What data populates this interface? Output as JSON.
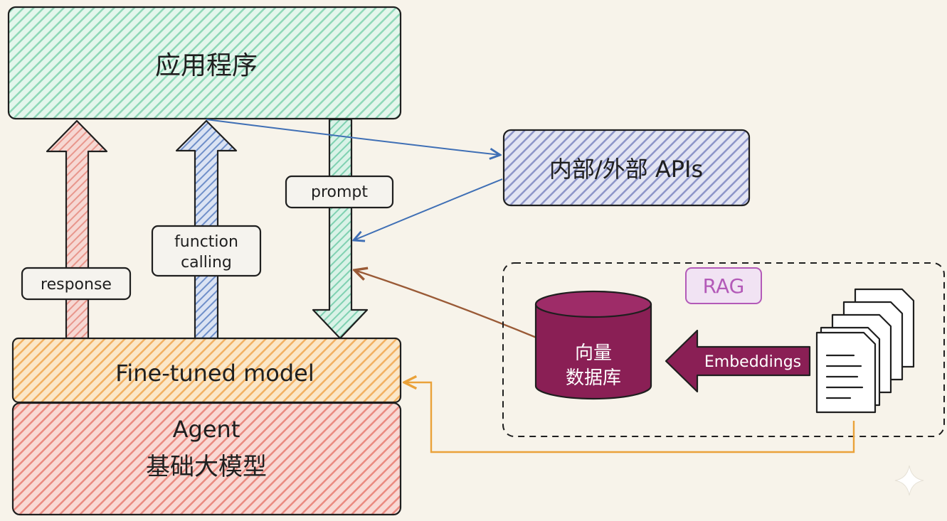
{
  "boxes": {
    "app": "应用程序",
    "apis": "内部/外部 APIs",
    "finetuned": "Fine-tuned model",
    "agent_line1": "Agent",
    "agent_line2": "基础大模型"
  },
  "arrow_labels": {
    "response": "response",
    "function_line1": "function",
    "function_line2": "calling",
    "prompt": "prompt",
    "embeddings": "Embeddings"
  },
  "rag": {
    "tag": "RAG",
    "db_line1": "向量",
    "db_line2": "数据库"
  },
  "colors": {
    "background": "#f7f3ea",
    "app_fill": "#8fd8b8",
    "apis_fill": "#8d95c8",
    "finetuned_fill": "#f2b061",
    "agent_fill": "#ea8a80",
    "response_arrow": "#e8968c",
    "function_arrow": "#6f8fc9",
    "prompt_arrow": "#7fd1b1",
    "blue_line": "#3f6fb5",
    "brown_line": "#9a5a36",
    "orange_line": "#eaa23a",
    "db_fill": "#8a1f55",
    "rag_tag": "#b35ab8"
  }
}
